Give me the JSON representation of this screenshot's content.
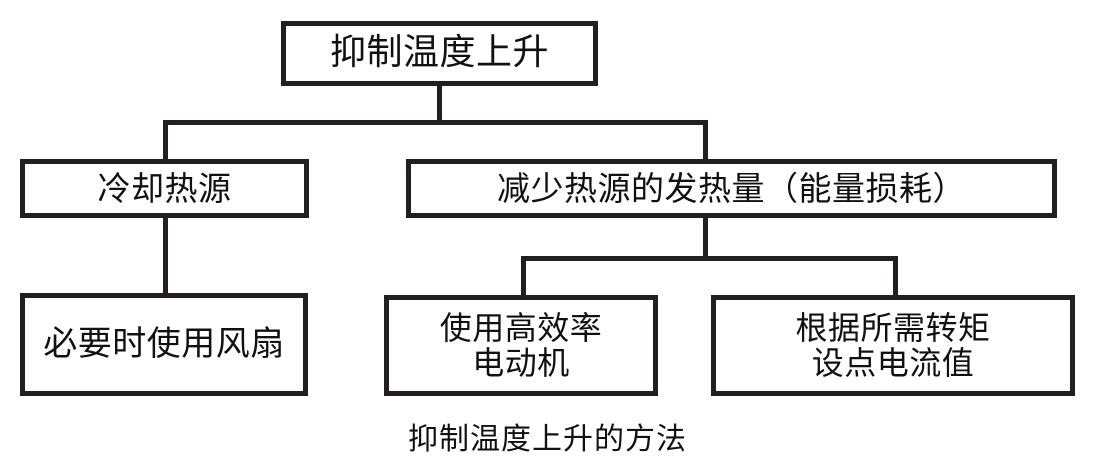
{
  "diagram": {
    "title": "抑制温度上升的方法",
    "line_color": "#231f20",
    "box_fill": "#ffffff",
    "text_color": "#111111",
    "nodes": {
      "root": {
        "label": "抑制温度上升",
        "level": 1
      },
      "cool_source": {
        "label": "冷却热源",
        "level": 2
      },
      "reduce_heat": {
        "label": "减少热源的发热量（能量损耗）",
        "level": 2
      },
      "use_fan": {
        "label": "必要时使用风扇",
        "level": 3
      },
      "high_efficiency_motor": {
        "label": "使用高效率\n电动机",
        "level": 3
      },
      "current_setpoint": {
        "label": "根据所需转矩\n设点电流值",
        "level": 3
      }
    },
    "edges": [
      {
        "from": "root",
        "to": "cool_source"
      },
      {
        "from": "root",
        "to": "reduce_heat"
      },
      {
        "from": "cool_source",
        "to": "use_fan"
      },
      {
        "from": "reduce_heat",
        "to": "high_efficiency_motor"
      },
      {
        "from": "reduce_heat",
        "to": "current_setpoint"
      }
    ]
  }
}
